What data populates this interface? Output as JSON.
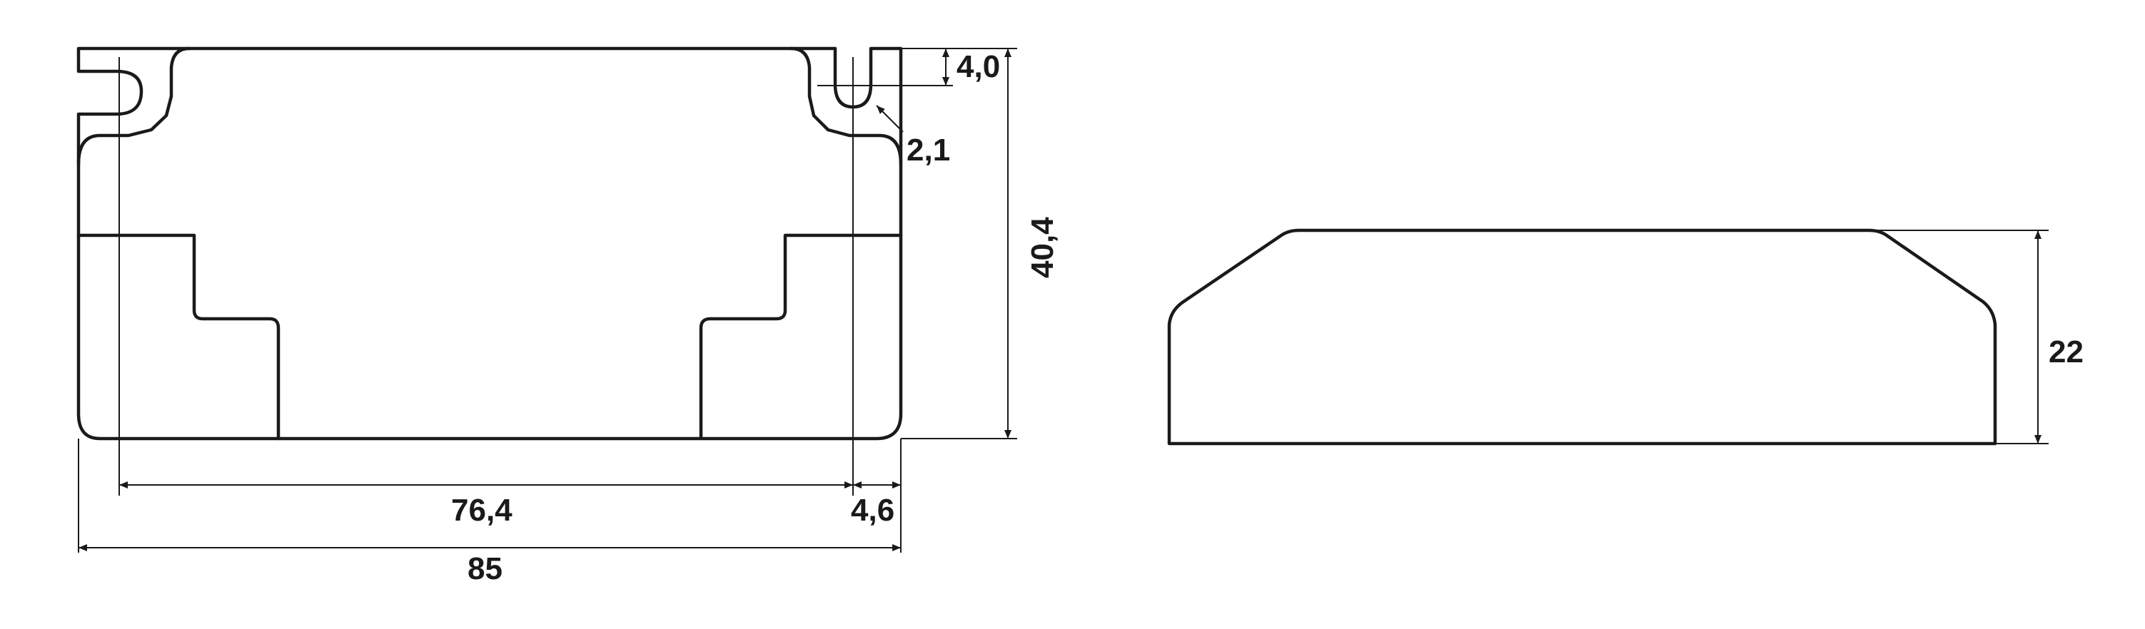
{
  "dimensions": {
    "width_overall": "85",
    "hole_spacing": "76,4",
    "hole_offset": "4,6",
    "slot_depth": "4,0",
    "slot_radius": "2,1",
    "body_depth": "40,4",
    "height": "22"
  },
  "colors": {
    "line": "#1a1a1a",
    "background": "#ffffff"
  }
}
